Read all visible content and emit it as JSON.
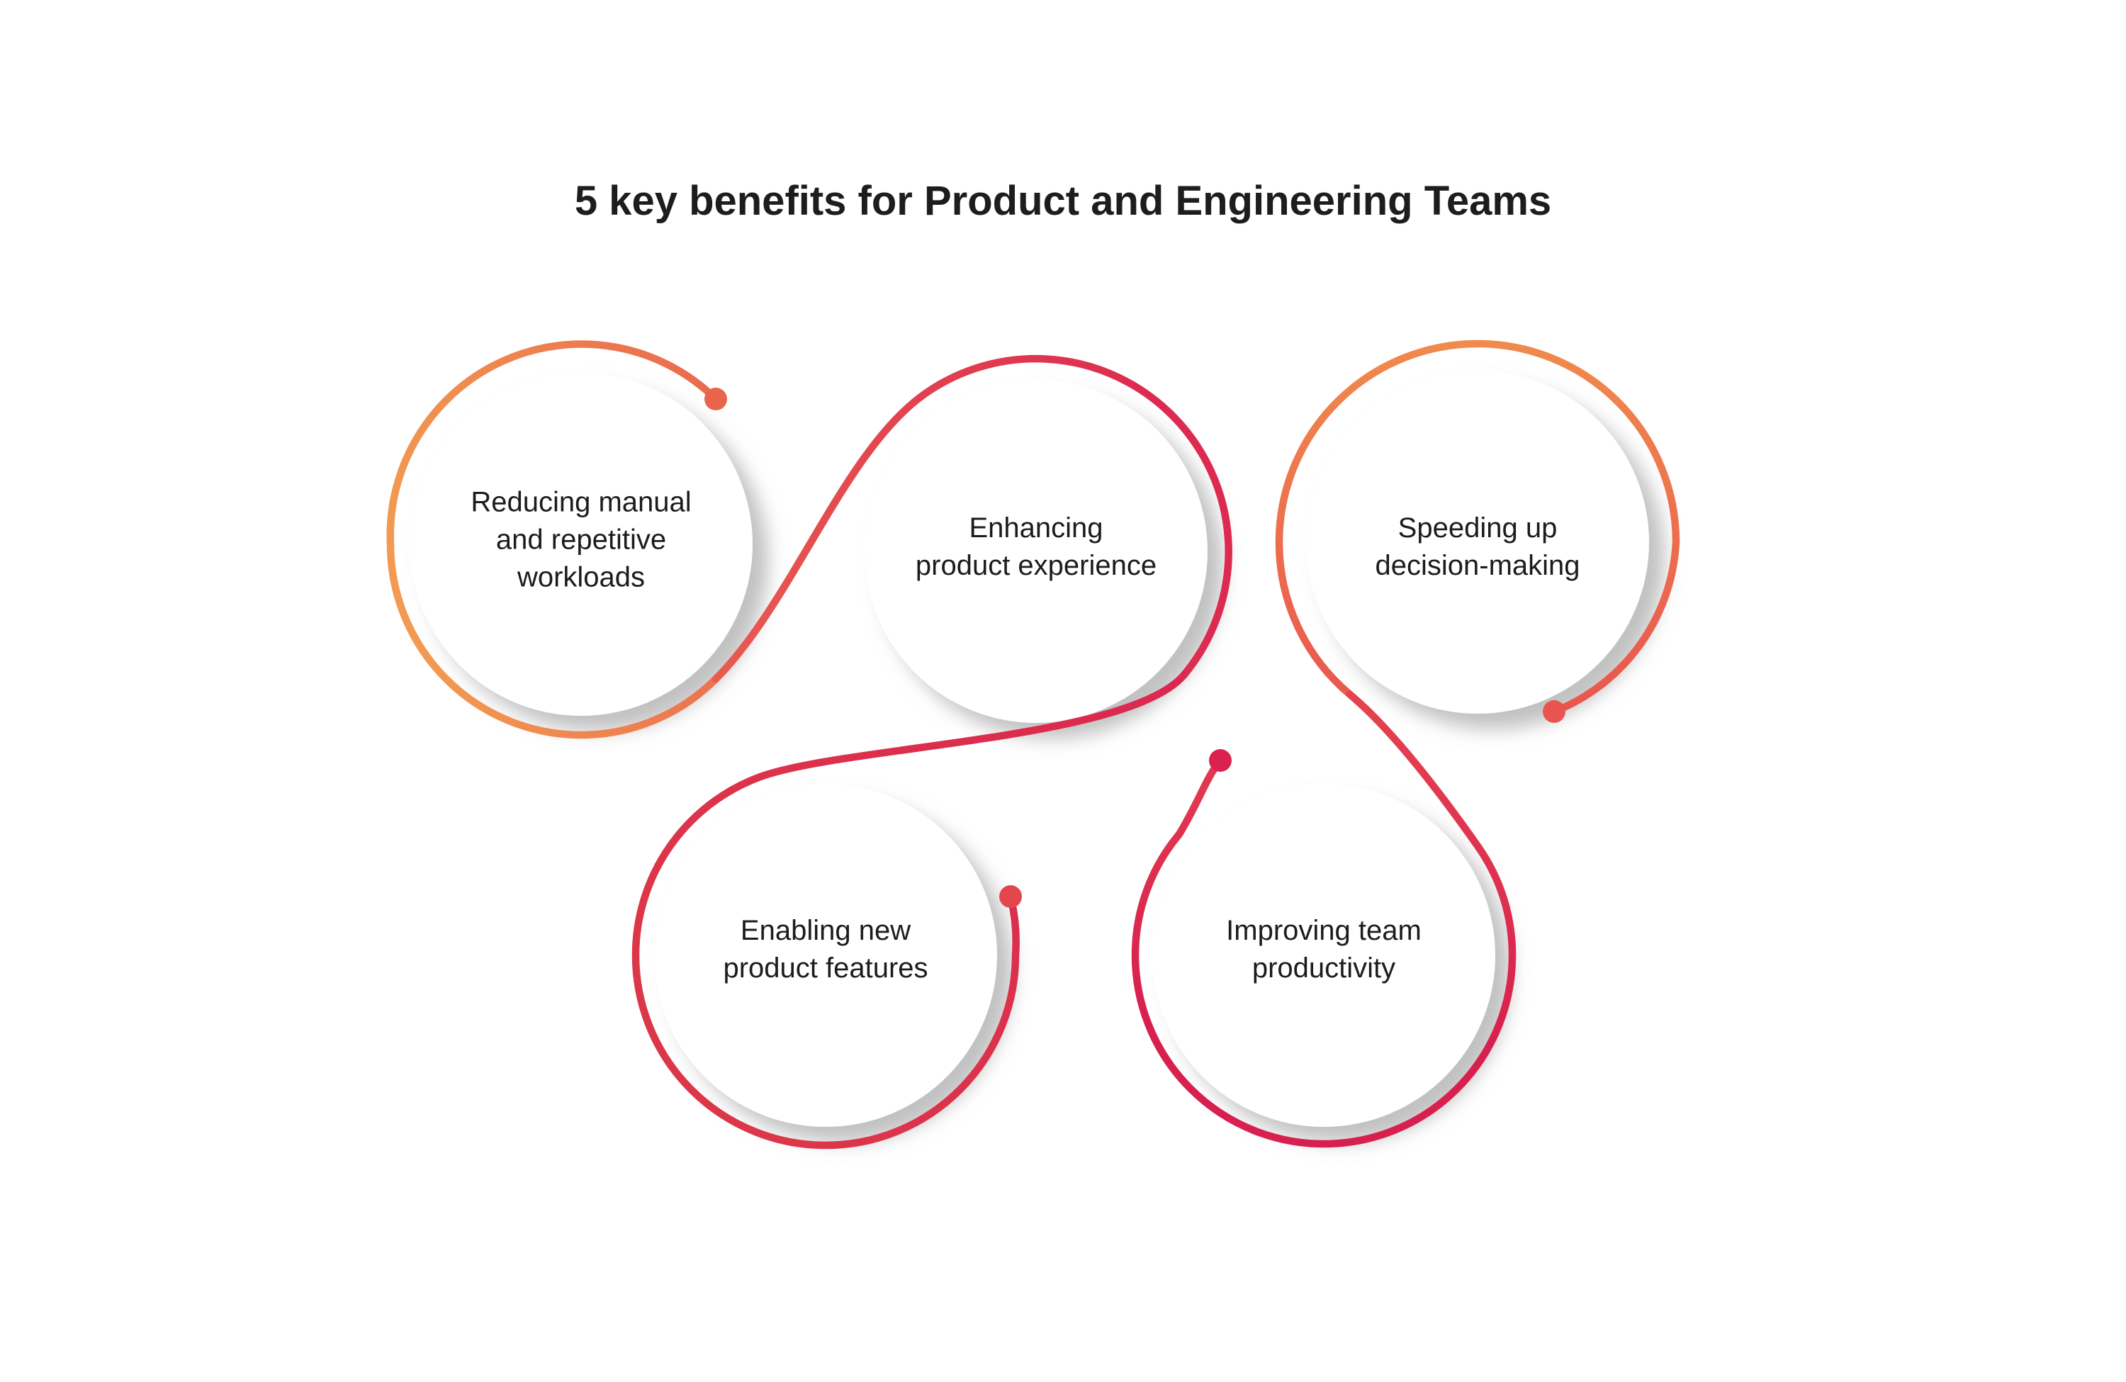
{
  "title": {
    "text": "5 key benefits for Product and Engineering Teams"
  },
  "benefits": [
    {
      "id": "reducing-manual-workloads",
      "label": "Reducing manual\nand repetitive\nworkloads"
    },
    {
      "id": "enhancing-product-experience",
      "label": "Enhancing\nproduct experience"
    },
    {
      "id": "speeding-up-decision-making",
      "label": "Speeding up\ndecision-making"
    },
    {
      "id": "enabling-new-product-features",
      "label": "Enabling new\nproduct features"
    },
    {
      "id": "improving-team-productivity",
      "label": "Improving team\nproductivity"
    }
  ],
  "colors": {
    "background": "#ffffff",
    "title_text": "#1d1d1d",
    "label_text": "#1c1c1c",
    "circle_fill": "#ffffff",
    "shadow": "#8f8f8f",
    "ring1_left": "#F29A51",
    "ring1_right": "#E9654E",
    "ring2_start": "#E85B50",
    "ring2_end": "#DC2A50",
    "ring4_start": "#DB2850",
    "ring4_end": "#DC3748",
    "ring3_top": "#F08A4D",
    "ring3_bottom": "#E9554E",
    "ring5_start": "#E4434F",
    "ring5_end": "#D8204F",
    "dot_a": "#E8654C",
    "dot_b": "#E4464E",
    "dot_c": "#E9554E",
    "dot_d": "#DA2150"
  }
}
